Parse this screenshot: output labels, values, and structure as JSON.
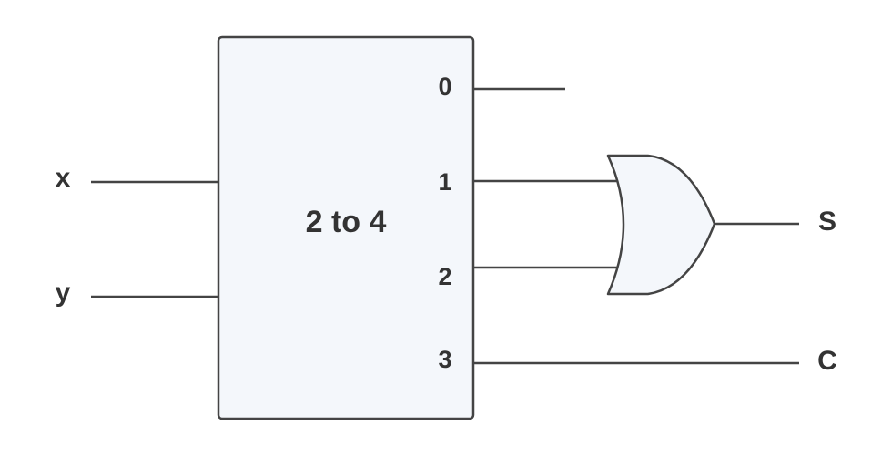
{
  "decoder": {
    "title": "2 to 4",
    "outputs": [
      "0",
      "1",
      "2",
      "3"
    ]
  },
  "inputs": {
    "x": "x",
    "y": "y"
  },
  "outputs": {
    "s": "S",
    "c": "C"
  },
  "gate": {
    "type": "OR"
  },
  "colors": {
    "stroke": "#444444",
    "fill": "#f4f7fb",
    "text": "#333333"
  }
}
